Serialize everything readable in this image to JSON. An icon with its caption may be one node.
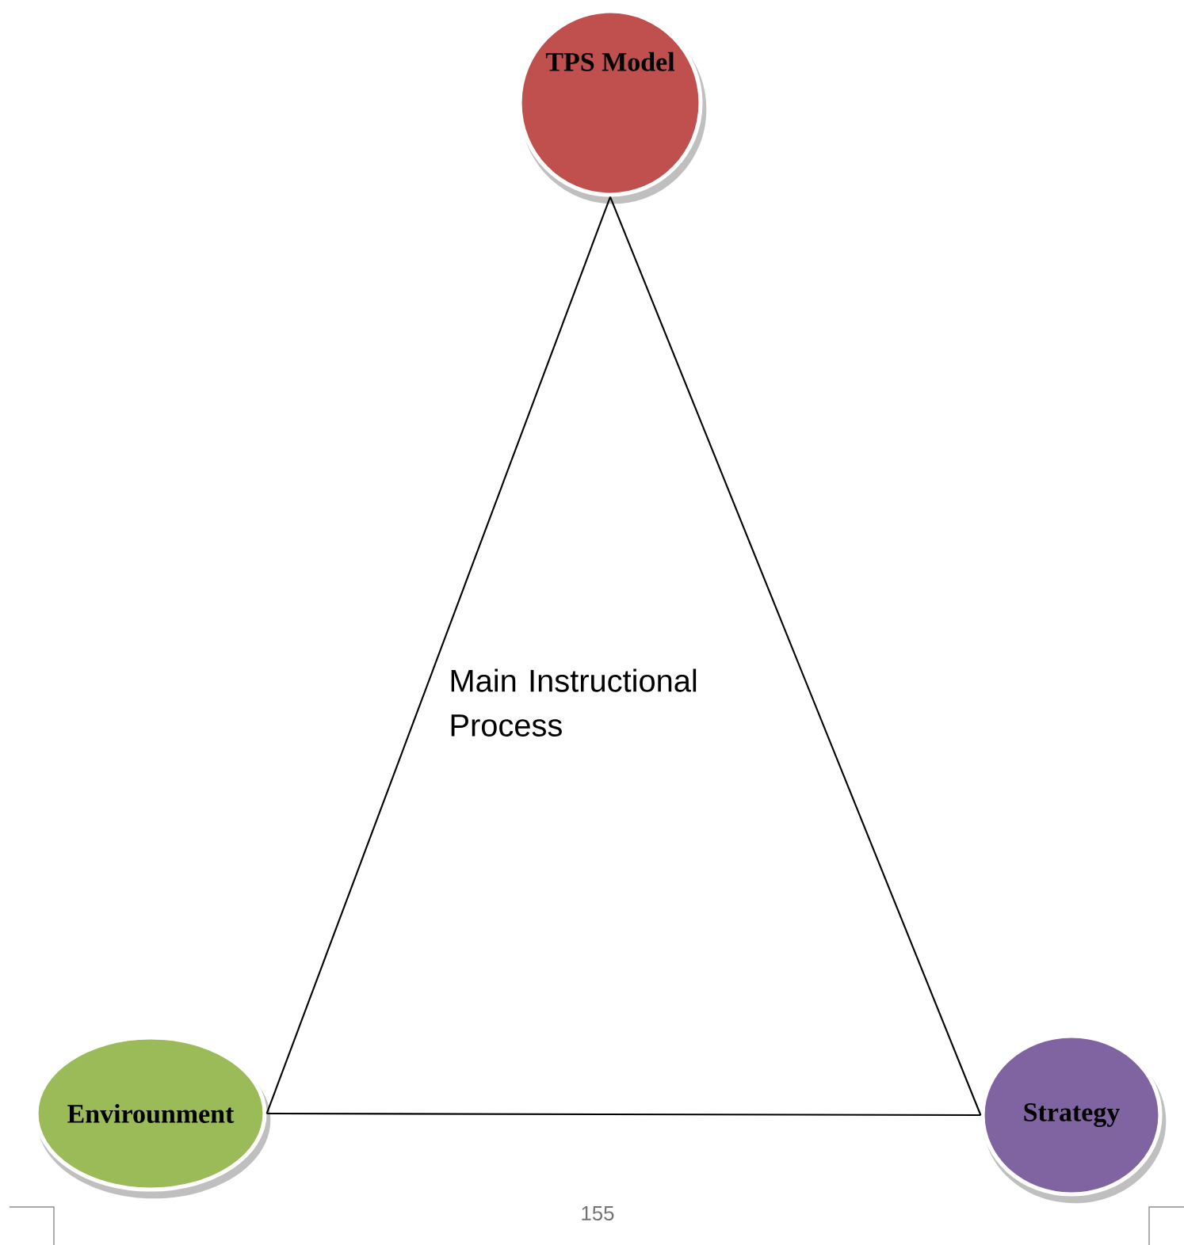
{
  "diagram": {
    "nodes": [
      {
        "text": [
          "TPS Model"
        ]
      },
      {
        "text": [
          "Envirounment"
        ]
      },
      {
        "text": [
          "Strategy"
        ]
      }
    ],
    "edges": [
      {
        "from": 0,
        "to": 2,
        "arrow": "none"
      },
      {
        "from": 2,
        "to": 1,
        "arrow": "none"
      },
      {
        "from": 1,
        "to": 0,
        "arrow": "none"
      }
    ],
    "labels": [
      "Main Instructional Process",
      "155"
    ]
  }
}
